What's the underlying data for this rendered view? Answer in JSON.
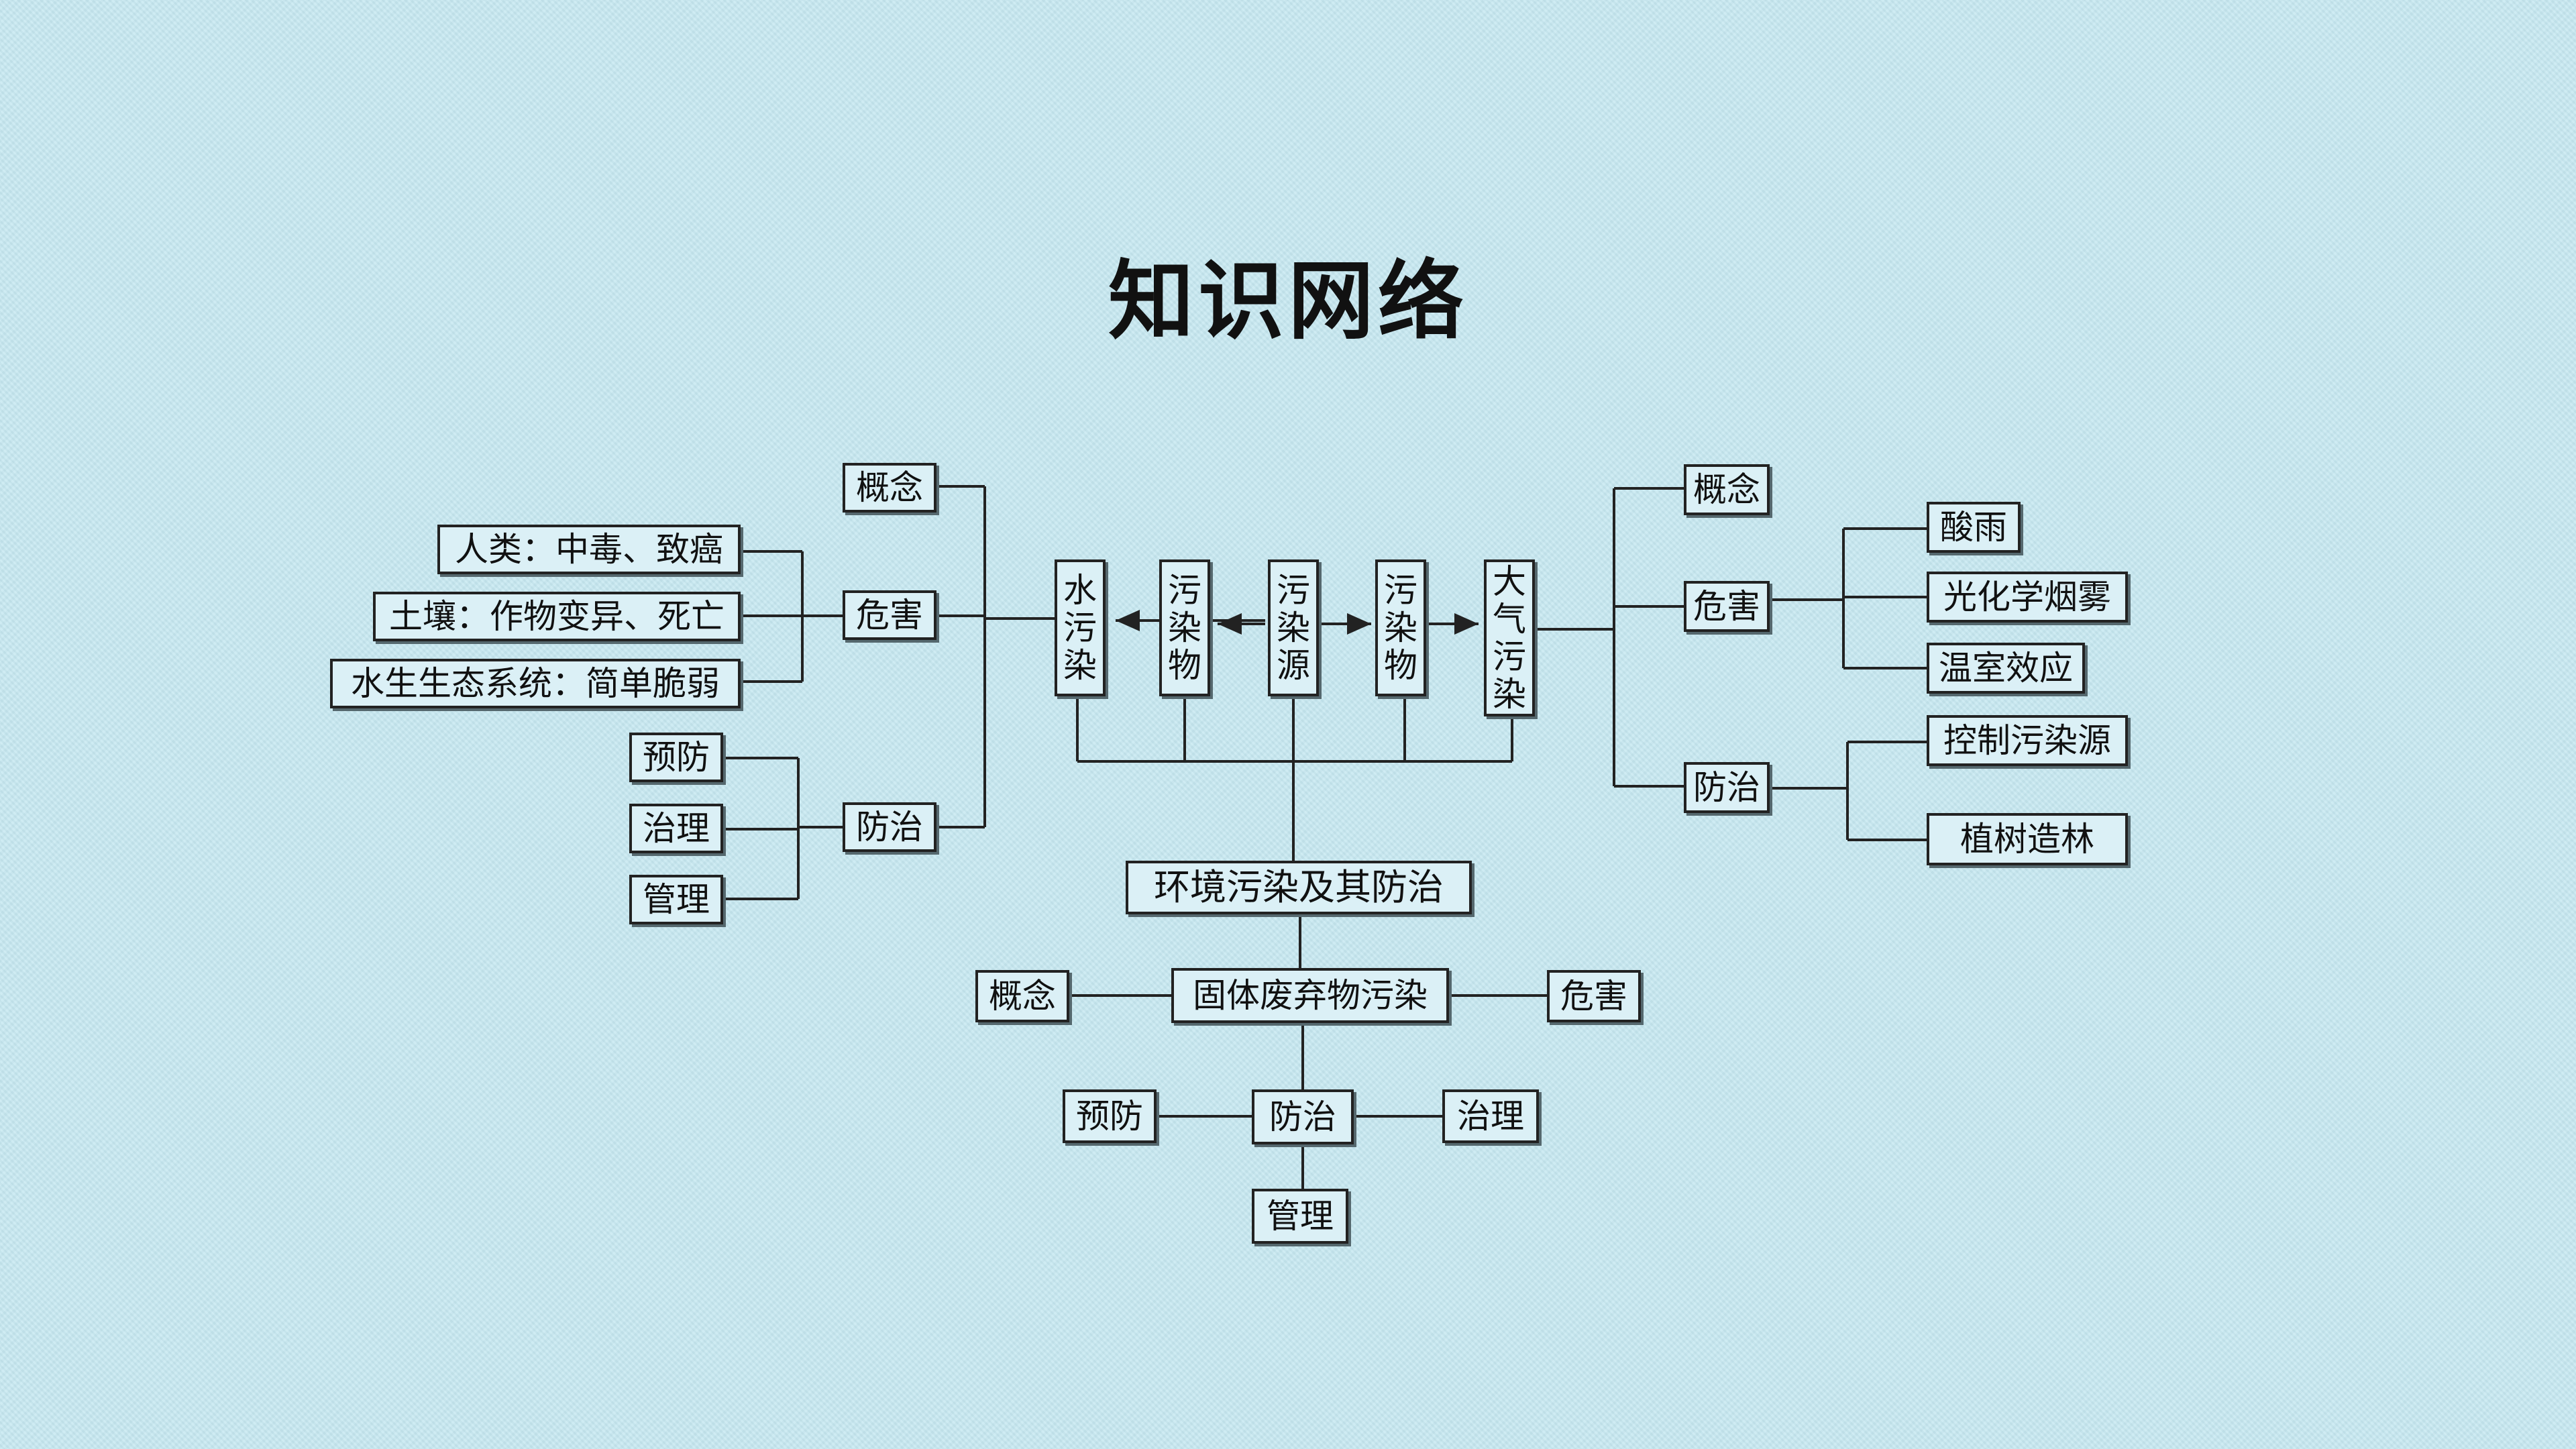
{
  "title": "知识网络",
  "colors": {
    "background": "#c6e8f1",
    "line": "#222222",
    "box_fill": "#dbf0f6"
  },
  "center": "环境污染及其防治",
  "chain": {
    "water_pollution": "水污染",
    "pollutant_left": "污染物",
    "pollution_source": "污染源",
    "pollutant_right": "污染物",
    "air_pollution": "大气污染"
  },
  "water": {
    "concept": "概念",
    "harm": "危害",
    "prevention_control": "防治",
    "harm_items": [
      "人类：中毒、致癌",
      "土壤：作物变异、死亡",
      "水生生态系统：简单脆弱"
    ],
    "control_items": [
      "预防",
      "治理",
      "管理"
    ]
  },
  "air": {
    "concept": "概念",
    "harm": "危害",
    "prevention_control": "防治",
    "harm_items": [
      "酸雨",
      "光化学烟雾",
      "温室效应"
    ],
    "control_items": [
      "控制污染源",
      "植树造林"
    ]
  },
  "solid": {
    "name": "固体废弃物污染",
    "concept": "概念",
    "harm": "危害",
    "prevention_control": "防治",
    "control_items": [
      "预防",
      "治理",
      "管理"
    ]
  }
}
